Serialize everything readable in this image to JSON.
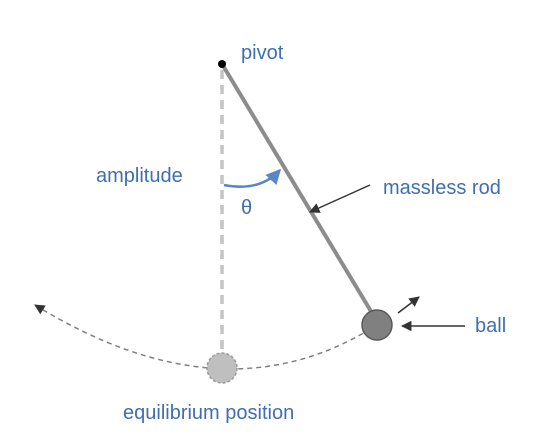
{
  "labels": {
    "pivot": "pivot",
    "amplitude": "amplitude",
    "theta": "θ",
    "rod": "massless rod",
    "ball": "ball",
    "equilibrium": "equilibrium position"
  },
  "colors": {
    "label": "#3f6fb0",
    "rod": "#8c8c8c",
    "ball_fill": "#808080",
    "ball_stroke": "#595959",
    "ghost_fill": "#bfbfbf",
    "dashed_line": "#c4c4c4",
    "arc": "#7f7f7f",
    "angle_arrow": "#5b86c6",
    "pointer_arrow": "#333333"
  }
}
